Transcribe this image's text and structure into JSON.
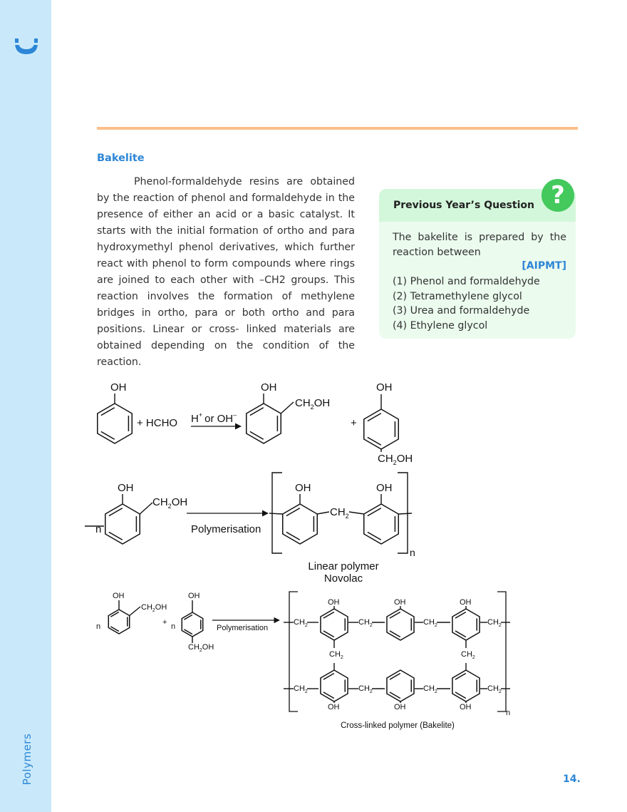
{
  "sidebar": {
    "label": "Polymers",
    "logo_icon": "unacademy-logo-icon"
  },
  "section": {
    "heading": "Bakelite",
    "paragraph": "Phenol-formaldehyde resins are obtained by the reaction of phenol and formaldehyde in the presence of either an acid or a basic catalyst. It starts with the initial formation of ortho and para hydroxymethyl phenol derivatives, which further react with phenol to form compounds where rings are joined to each other with –CH2 groups. This reaction involves the formation of methylene bridges in ortho, para or both ortho and para positions. Linear or cross- linked materials are obtained depending on the condition of the reaction."
  },
  "pyq": {
    "title": "Previous Year’s Question",
    "badge": "?",
    "question": "The bakelite is prepared by the reaction between",
    "tag": "[AIPMT]",
    "options": [
      "(1) Phenol and formaldehyde",
      "(2) Tetramethylene glycol",
      "(3) Urea and formaldehyde",
      "(4) Ethylene glycol"
    ]
  },
  "diagram": {
    "r1": {
      "oh": "OH",
      "reagent": "+ HCHO",
      "catalyst_h": "H",
      "catalyst_plus": "+",
      "catalyst_or": "or OH",
      "catalyst_minus": "–",
      "plus": "+",
      "ch2oh_ch": "CH",
      "ch2oh_sub": "2",
      "ch2oh_oh": "OH"
    },
    "r2": {
      "n": "n",
      "arrow_label": "Polymerisation",
      "bridge": "CH",
      "bridge_sub": "2",
      "subscript_n": "n",
      "caption_line1": "Linear polymer",
      "caption_line2": "Novolac"
    },
    "r3": {
      "plus": "+",
      "n": "n",
      "arrow_label": "Polymerisation",
      "ch2": "CH",
      "ch2_sub": "2",
      "subscript_n": "n",
      "caption": "Cross-linked polymer (Bakelite)"
    }
  },
  "page_number": "14.",
  "colors": {
    "accent_blue": "#2d86d6",
    "sidebar_bg": "#c9e9fb",
    "rule_orange": "#fbbf8a",
    "pyq_bg": "#ebfbee",
    "pyq_head_bg": "#d3f7da",
    "badge_green": "#43c95c"
  }
}
